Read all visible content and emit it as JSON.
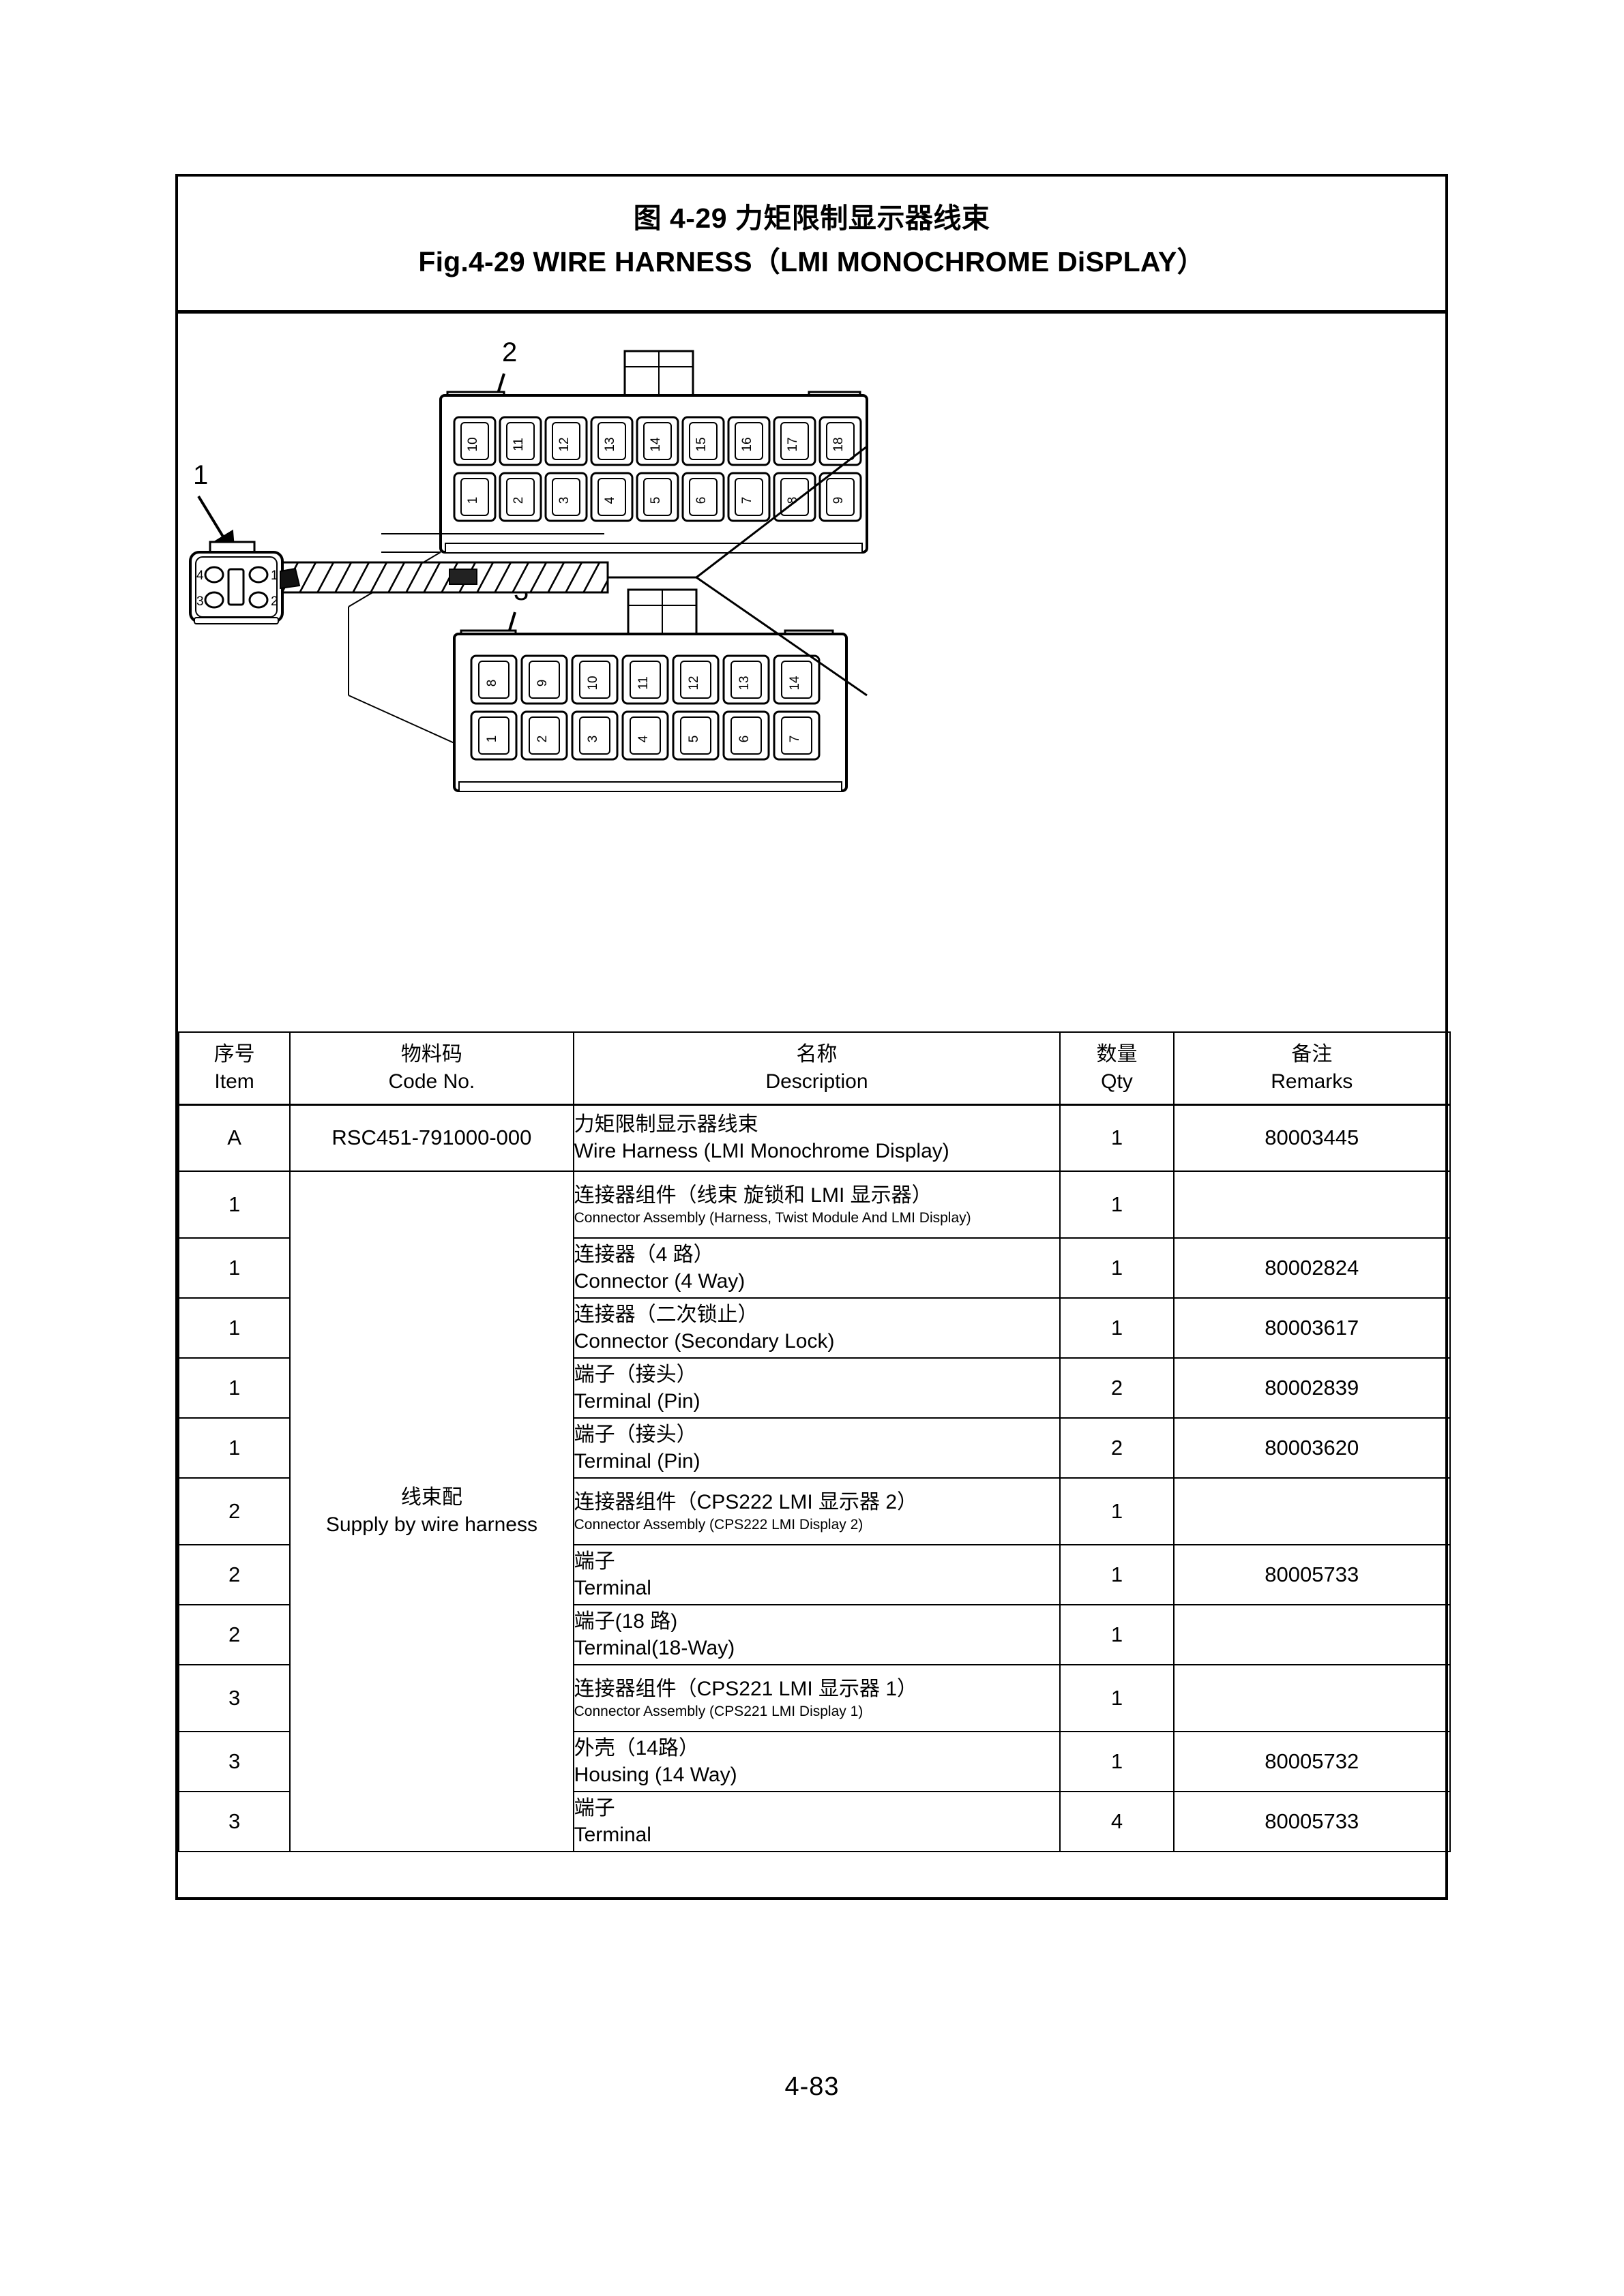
{
  "title": {
    "chinese": "图 4-29 力矩限制显示器线束",
    "english": "Fig.4-29 WIRE HARNESS（LMI MONOCHROME DiSPLAY）"
  },
  "diagram": {
    "callouts": [
      {
        "label": "1",
        "target": "connector-4way-left"
      },
      {
        "label": "2",
        "target": "connector-18way-upper-right"
      },
      {
        "label": "3",
        "target": "connector-14way-lower-right"
      }
    ],
    "connector_1": {
      "name": "4-way connector",
      "pins_top": [
        "4",
        "1"
      ],
      "pins_bottom": [
        "3",
        "2"
      ]
    },
    "connector_2": {
      "name": "18-way connector",
      "pins_top": [
        "10",
        "11",
        "12",
        "13",
        "14",
        "15",
        "16",
        "17",
        "18"
      ],
      "pins_bottom": [
        "1",
        "2",
        "3",
        "4",
        "5",
        "6",
        "7",
        "8",
        "9"
      ]
    },
    "connector_3": {
      "name": "14-way connector",
      "pins_top": [
        "8",
        "9",
        "10",
        "11",
        "12",
        "13",
        "14"
      ],
      "pins_bottom": [
        "1",
        "2",
        "3",
        "4",
        "5",
        "6",
        "7"
      ]
    },
    "cable_tag": "tag"
  },
  "table": {
    "headers": [
      {
        "cn": "序号",
        "en": "Item"
      },
      {
        "cn": "物料码",
        "en": "Code No."
      },
      {
        "cn": "名称",
        "en": "Description"
      },
      {
        "cn": "数量",
        "en": "Qty"
      },
      {
        "cn": "备注",
        "en": "Remarks"
      }
    ],
    "code_span": {
      "cn": "线束配",
      "en": "Supply by wire harness"
    },
    "rows": [
      {
        "item": "A",
        "code": "RSC451-791000-000",
        "desc_cn": "力矩限制显示器线束",
        "desc_en": "Wire Harness (LMI Monochrome Display)",
        "desc_en_small": false,
        "qty": "1",
        "remarks": "80003445"
      },
      {
        "item": "1",
        "code": "",
        "desc_cn": "连接器组件（线束 旋锁和 LMI 显示器）",
        "desc_en": "Connector Assembly (Harness, Twist Module And LMI Display)",
        "desc_en_small": true,
        "qty": "1",
        "remarks": ""
      },
      {
        "item": "1",
        "code": "",
        "desc_cn": "连接器（4 路）",
        "desc_en": "Connector (4 Way)",
        "desc_en_small": false,
        "qty": "1",
        "remarks": "80002824"
      },
      {
        "item": "1",
        "code": "",
        "desc_cn": "连接器（二次锁止）",
        "desc_en": "Connector (Secondary Lock)",
        "desc_en_small": false,
        "qty": "1",
        "remarks": "80003617"
      },
      {
        "item": "1",
        "code": "",
        "desc_cn": "端子（接头）",
        "desc_en": "Terminal (Pin)",
        "desc_en_small": false,
        "qty": "2",
        "remarks": "80002839"
      },
      {
        "item": "1",
        "code": "",
        "desc_cn": "端子（接头）",
        "desc_en": "Terminal (Pin)",
        "desc_en_small": false,
        "qty": "2",
        "remarks": "80003620"
      },
      {
        "item": "2",
        "code": "",
        "desc_cn": "连接器组件（CPS222 LMI 显示器 2）",
        "desc_en": "Connector Assembly (CPS222 LMI Display 2)",
        "desc_en_small": true,
        "qty": "1",
        "remarks": ""
      },
      {
        "item": "2",
        "code": "",
        "desc_cn": "端子",
        "desc_en": "Terminal",
        "desc_en_small": false,
        "qty": "1",
        "remarks": "80005733"
      },
      {
        "item": "2",
        "code": "",
        "desc_cn": "端子(18 路)",
        "desc_en": "Terminal(18-Way)",
        "desc_en_small": false,
        "qty": "1",
        "remarks": ""
      },
      {
        "item": "3",
        "code": "",
        "desc_cn": "连接器组件（CPS221 LMI 显示器 1）",
        "desc_en": "Connector Assembly (CPS221 LMI Display 1)",
        "desc_en_small": true,
        "qty": "1",
        "remarks": ""
      },
      {
        "item": "3",
        "code": "",
        "desc_cn": "外壳（14路）",
        "desc_en": "Housing (14 Way)",
        "desc_en_small": false,
        "qty": "1",
        "remarks": "80005732"
      },
      {
        "item": "3",
        "code": "",
        "desc_cn": "端子",
        "desc_en": "Terminal",
        "desc_en_small": false,
        "qty": "4",
        "remarks": "80005733"
      }
    ]
  },
  "page_number": "4-83"
}
